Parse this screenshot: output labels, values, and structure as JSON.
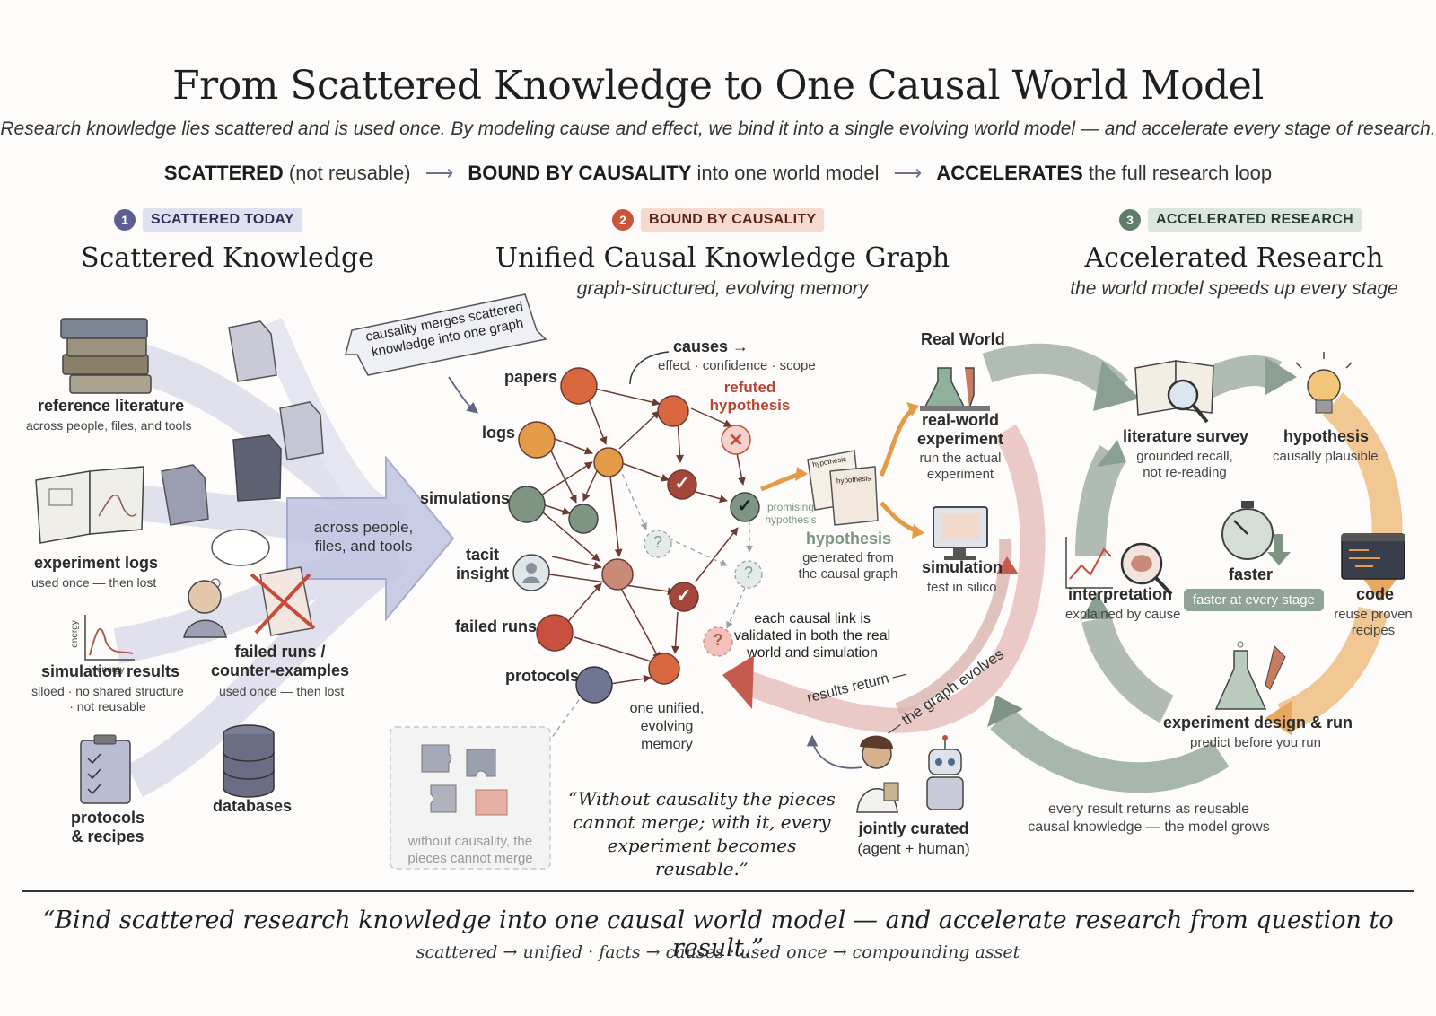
{
  "header": {
    "title": "From Scattered Knowledge to One Causal World Model",
    "subtitle": "Research knowledge lies scattered and is used once. By modeling cause and effect, we bind it into a single evolving world model — and accelerate every stage of research.",
    "flow": {
      "s1_bold": "SCATTERED",
      "s1_rest": "(not reusable)",
      "s2_bold": "BOUND BY CAUSALITY",
      "s2_rest": "into one world model",
      "s3_bold": "ACCELERATES",
      "s3_rest": "the full research loop",
      "arrow": "⟶"
    }
  },
  "panel1": {
    "num": "1",
    "tag": "SCATTERED TODAY",
    "title": "Scattered Knowledge",
    "ref_lit": {
      "label": "reference literature",
      "sub": "across people, files, and tools"
    },
    "exp_logs": {
      "label": "experiment logs",
      "sub": "used once — then lost"
    },
    "sim": {
      "label": "simulation results",
      "sub1": "siloed · no shared structure",
      "sub2": "· not reusable",
      "axis_y": "energy",
      "axis_x": "energy"
    },
    "failed": {
      "label1": "failed runs /",
      "label2": "counter-examples",
      "sub": "used once — then lost"
    },
    "protocols": {
      "label1": "protocols",
      "label2": "& recipes"
    },
    "databases": "databases",
    "arrow_text1": "across people,",
    "arrow_text2": "files, and tools"
  },
  "panel2": {
    "num": "2",
    "tag": "BOUND BY CAUSALITY",
    "title": "Unified Causal Knowledge Graph",
    "subtitle": "graph-structured, evolving memory",
    "banner1": "causality merges scattered",
    "banner2": "knowledge into one graph",
    "sources": [
      "papers",
      "logs",
      "simulations",
      "tacit",
      "insight",
      "failed runs",
      "protocols"
    ],
    "causes": "causes →",
    "causes_sub": "effect · confidence · scope",
    "refuted1": "refuted",
    "refuted2": "hypothesis",
    "promising1": "promising",
    "promising2": "hypothesis",
    "hyp_card1": "hypothesis",
    "hyp_card2": "hypothesis",
    "hyp_label": "hypothesis",
    "hyp_sub1": "generated from",
    "hyp_sub2": "the causal graph",
    "validated1": "each causal link is",
    "validated2": "validated in both the real",
    "validated3": "world and simulation",
    "memory1": "one unified,",
    "memory2": "evolving",
    "memory3": "memory",
    "puzzle1": "without causality, the",
    "puzzle2": "pieces cannot merge",
    "quote1": "“Without causality the pieces",
    "quote2": "cannot merge; with it, every",
    "quote3": "experiment becomes reusable.”",
    "returns": "results return —",
    "evolves": "— the graph evolves",
    "curated1": "jointly curated",
    "curated2": "(agent + human)",
    "q": "?",
    "x": "✕",
    "check": "✓"
  },
  "realworld": {
    "title": "Real World",
    "exp1": "real-world",
    "exp2": "experiment",
    "exp_sub1": "run the actual",
    "exp_sub2": "experiment",
    "sim_label": "simulation",
    "sim_sub": "test in silico"
  },
  "panel3": {
    "num": "3",
    "tag": "ACCELERATED RESEARCH",
    "title": "Accelerated Research",
    "subtitle": "the world model speeds up every stage",
    "lit": {
      "label": "literature survey",
      "sub1": "grounded recall,",
      "sub2": "not re-reading"
    },
    "hyp": {
      "label": "hypothesis",
      "sub": "causally plausible"
    },
    "code": {
      "label": "code",
      "sub1": "reuse proven",
      "sub2": "recipes"
    },
    "interp": {
      "label": "interpretation",
      "sub": "explained by cause"
    },
    "design": {
      "label": "experiment design & run",
      "sub": "predict before you run"
    },
    "faster": "faster",
    "faster_pill": "faster at every stage",
    "loop1": "every result returns as reusable",
    "loop2": "causal knowledge — the model grows"
  },
  "footer": {
    "quote": "“Bind scattered research knowledge into one causal world model — and accelerate research from question to result.”",
    "tagline": "scattered → unified  ·  facts → causes  ·  used once → compounding asset"
  },
  "colors": {
    "purple": "#5d5f92",
    "purple_light": "#dfe0f0",
    "orange": "#c8563c",
    "orange_light": "#f6d9cf",
    "green": "#5f7d6b",
    "green_light": "#dbe7de",
    "node_orange": "#d9683f",
    "node_amber": "#e39b48",
    "node_sage": "#7d9582",
    "node_clay": "#c98a78",
    "node_red": "#c9503e",
    "node_slate": "#6f7592",
    "node_wine": "#a4473a"
  }
}
